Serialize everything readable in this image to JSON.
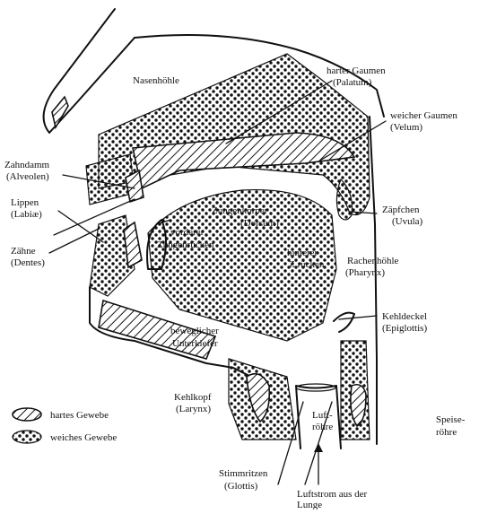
{
  "labels": {
    "nasenhoehle": "Nasenhöhle",
    "harter_gaumen": "harter Gaumen",
    "palatum": "(Palatum)",
    "weicher_gaumen": "weicher Gaumen",
    "velum": "(Velum)",
    "zahndamm": "Zahndamm",
    "alveolen": "(Alveolen)",
    "lippen": "Lippen",
    "labiae": "(Labiæ)",
    "zaehne": "Zähne",
    "dentes": "(Dentes)",
    "zungenkoerper": "Zungenkörper",
    "dorsum": "(Dorsum)",
    "vorderer": "vorderer",
    "zungenruecken": "Zungenrücken",
    "hinterer": "hinterer",
    "zruecken": "Z.rücken",
    "zaepfchen": "Zäpfchen",
    "uvula": "(Uvula)",
    "rachenhoehle": "Rachenhöhle",
    "pharynx": "(Pharynx)",
    "beweglicher": "beweglicher",
    "unterkiefer": "Unterkiefer",
    "kehldeckel": "Kehldeckel",
    "epiglottis": "(Epiglottis)",
    "kehlkopf": "Kehlkopf",
    "larynx": "(Larynx)",
    "luft": "Luft-",
    "roehre": "röhre",
    "speise": "Speise-",
    "speiseroehre": "röhre",
    "stimmritzen": "Stimmritzen",
    "glottis": "(Glottis)",
    "luftstrom": "Luftstrom aus der",
    "lunge": "Lunge"
  },
  "legend": {
    "hard": "hartes Gewebe",
    "soft": "weiches Gewebe"
  }
}
